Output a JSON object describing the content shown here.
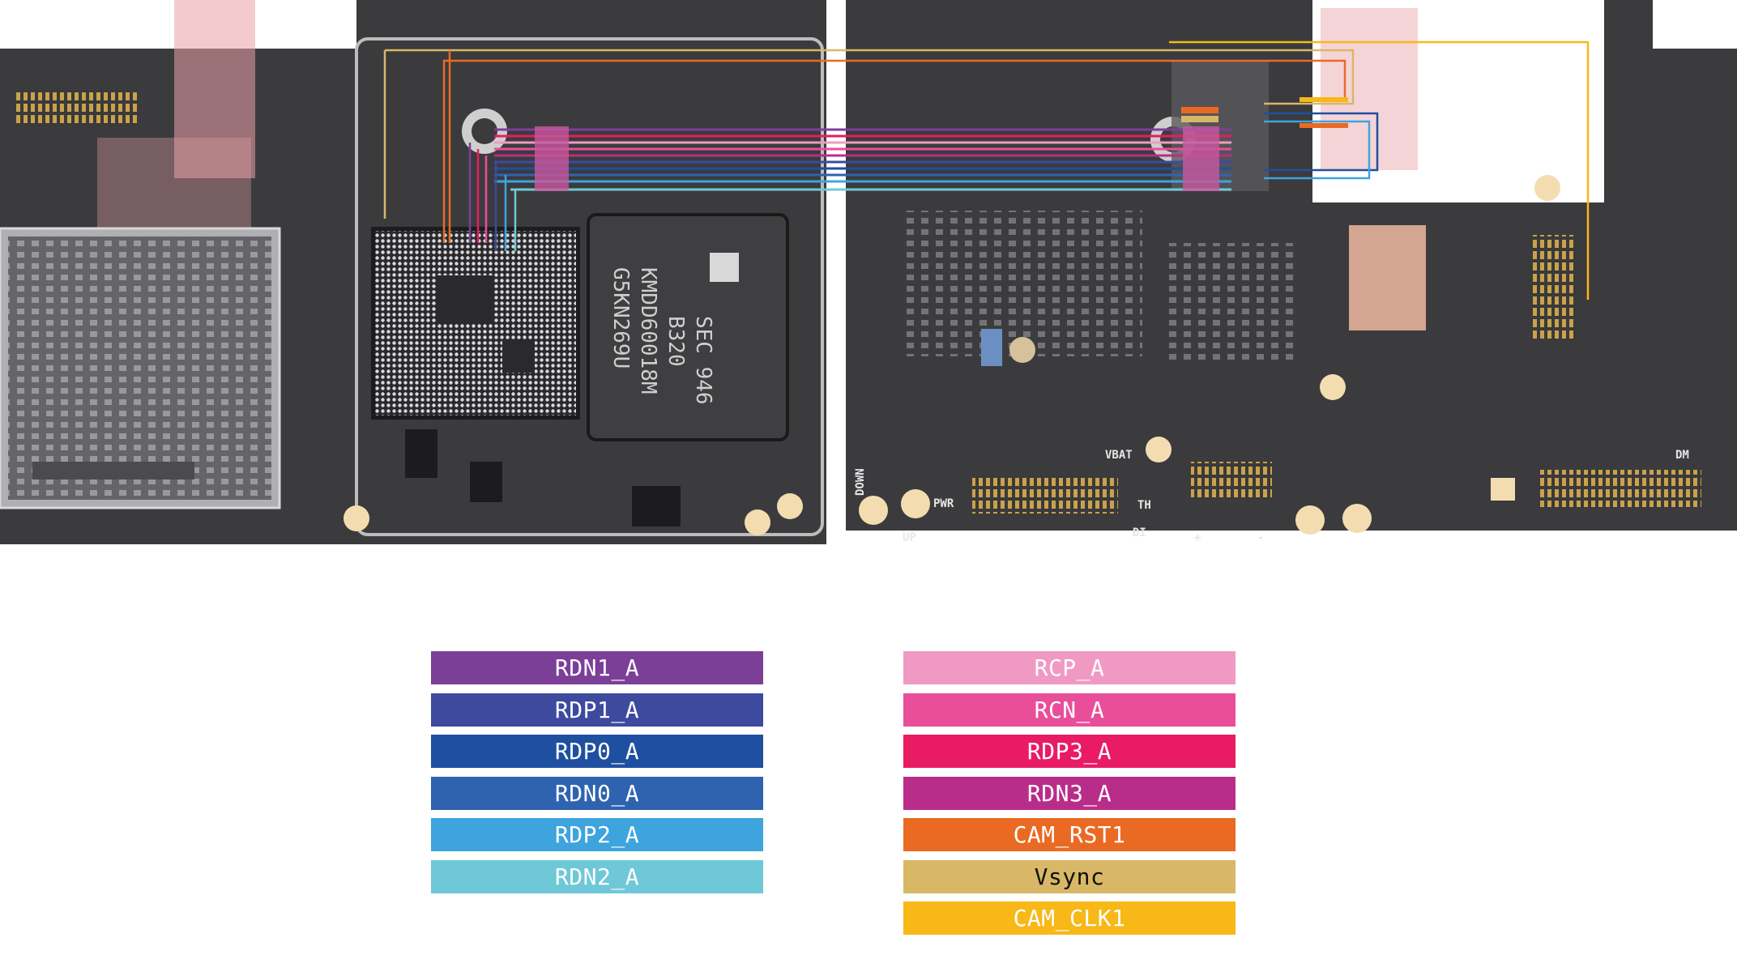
{
  "board": {
    "left_chips": {
      "memory_marking": [
        "SEC 946",
        "B320",
        "KMDD60018M",
        "G5KN269U"
      ]
    },
    "silkscreen": [
      "VBAT",
      "PWR",
      "DOWN",
      "UP",
      "TH",
      "DI",
      "+",
      "-",
      "DM"
    ]
  },
  "legend": {
    "left": [
      {
        "label": "RDN1_A",
        "color": "#7b3f98"
      },
      {
        "label": "RDP1_A",
        "color": "#3d4a9e"
      },
      {
        "label": "RDP0_A",
        "color": "#1f4fa0"
      },
      {
        "label": "RDN0_A",
        "color": "#2f63b0"
      },
      {
        "label": "RDP2_A",
        "color": "#3ea4de"
      },
      {
        "label": "RDN2_A",
        "color": "#6fc8d8"
      }
    ],
    "right": [
      {
        "label": "RCP_A",
        "color": "#f09ac3"
      },
      {
        "label": "RCN_A",
        "color": "#e94e9a"
      },
      {
        "label": "RDP3_A",
        "color": "#e81b63"
      },
      {
        "label": "RDN3_A",
        "color": "#b92d8a"
      },
      {
        "label": "CAM_RST1",
        "color": "#ea6a23"
      },
      {
        "label": "Vsync",
        "color": "#d8b866"
      },
      {
        "label": "CAM_CLK1",
        "color": "#f7b818"
      }
    ]
  }
}
